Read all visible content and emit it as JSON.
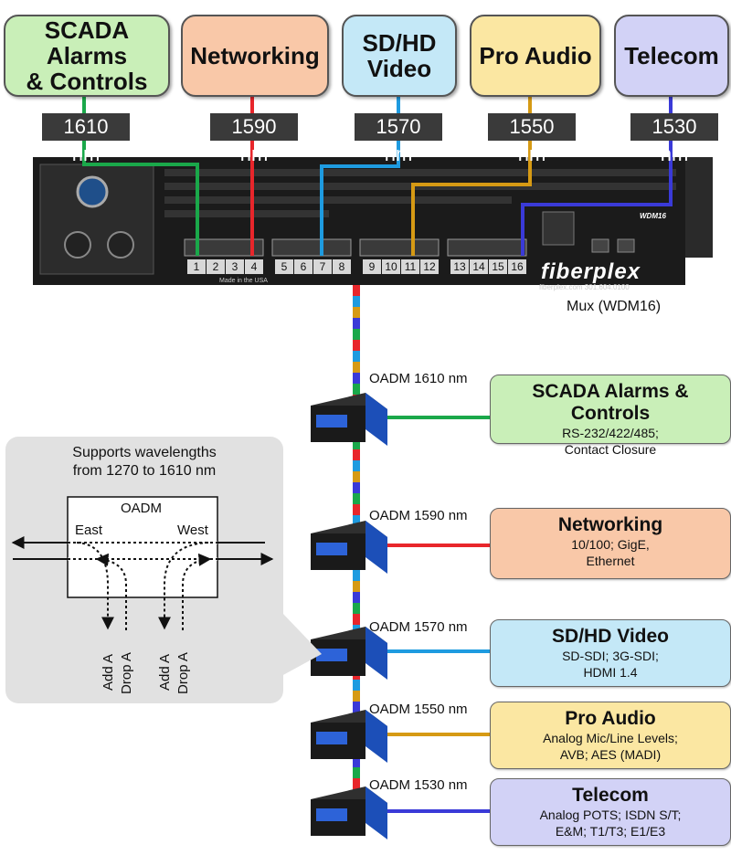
{
  "top_boxes": [
    {
      "label_line1": "SCADA Alarms",
      "label_line2": "& Controls",
      "wavelength": "1610 nm",
      "bg": "#c9efb8",
      "color": "#1aa84a"
    },
    {
      "label_line1": "Networking",
      "label_line2": "",
      "wavelength": "1590 nm",
      "bg": "#f9c8a8",
      "color": "#e8262b"
    },
    {
      "label_line1": "SD/HD",
      "label_line2": "Video",
      "wavelength": "1570 nm",
      "bg": "#c4e8f7",
      "color": "#1e9be0"
    },
    {
      "label_line1": "Pro Audio",
      "label_line2": "",
      "wavelength": "1550 nm",
      "bg": "#fbe7a2",
      "color": "#d69a14"
    },
    {
      "label_line1": "Telecom",
      "label_line2": "",
      "wavelength": "1530 nm",
      "bg": "#d2d2f6",
      "color": "#3a3ad8"
    }
  ],
  "mux": {
    "label": "Mux (WDM16)",
    "ports": [
      "1",
      "2",
      "3",
      "4",
      "5",
      "6",
      "7",
      "8",
      "9",
      "10",
      "11",
      "12",
      "13",
      "14",
      "15",
      "16"
    ],
    "brand": "fiberplex",
    "brand_url": "fiberplex.com    301.604.0100",
    "made_in": "Made in the USA",
    "model": "WDM16"
  },
  "oadms": [
    {
      "label": "OADM 1610 nm",
      "service_title": "SCADA Alarms & Controls",
      "detail1": "RS-232/422/485;",
      "detail2": "Contact Closure",
      "bg": "#c9efb8",
      "color": "#1aa84a"
    },
    {
      "label": "OADM 1590 nm",
      "service_title": "Networking",
      "detail1": "10/100; GigE,",
      "detail2": "Ethernet",
      "bg": "#f9c8a8",
      "color": "#e8262b"
    },
    {
      "label": "OADM 1570 nm",
      "service_title": "SD/HD Video",
      "detail1": "SD-SDI; 3G-SDI;",
      "detail2": "HDMI 1.4",
      "bg": "#c4e8f7",
      "color": "#1e9be0"
    },
    {
      "label": "OADM 1550 nm",
      "service_title": "Pro Audio",
      "detail1": "Analog Mic/Line Levels;",
      "detail2": "AVB; AES (MADI)",
      "bg": "#fbe7a2",
      "color": "#d69a14"
    },
    {
      "label": "OADM 1530 nm",
      "service_title": "Telecom",
      "detail1": "Analog POTS; ISDN S/T;",
      "detail2": "E&M; T1/T3; E1/E3",
      "bg": "#d2d2f6",
      "color": "#3a3ad8"
    }
  ],
  "inset": {
    "caption_line1": "Supports wavelengths",
    "caption_line2": "from 1270 to 1610 nm",
    "box_title": "OADM",
    "east": "East",
    "west": "West",
    "add": "Add A",
    "drop": "Drop A"
  }
}
